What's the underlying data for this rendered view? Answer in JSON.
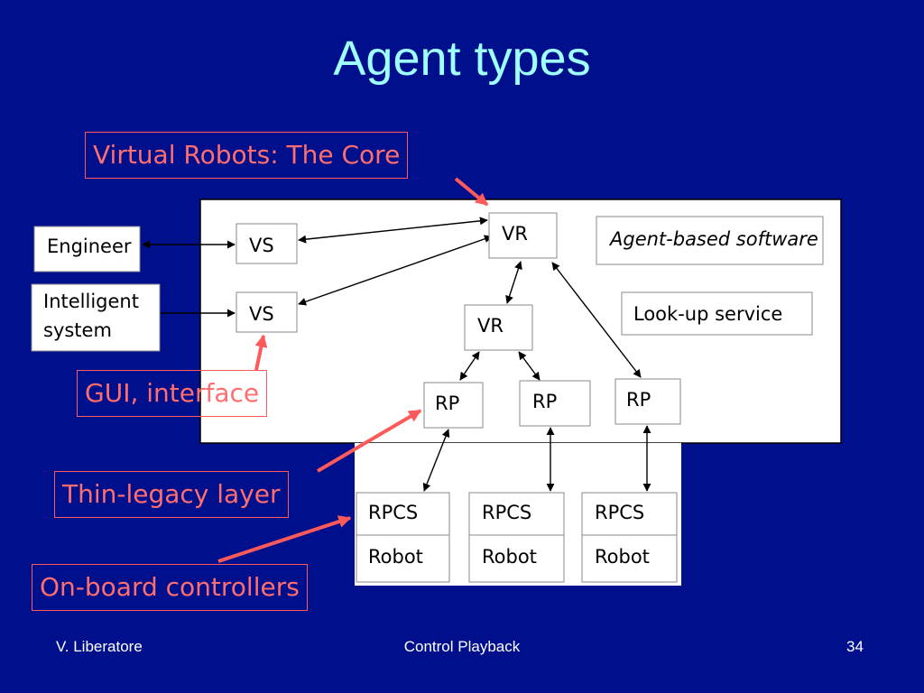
{
  "slide": {
    "title": "Agent types",
    "background": "#000F8C",
    "title_color": "#9FFFFF",
    "callout_color": "#FF5A5A"
  },
  "diagram": {
    "nodes": {
      "engineer": "Engineer",
      "intelligent_line1": "Intelligent",
      "intelligent_line2": "system",
      "vs1": "VS",
      "vs2": "VS",
      "vr_top": "VR",
      "vr_mid": "VR",
      "rp1": "RP",
      "rp2": "RP",
      "rp3": "RP",
      "rpcs1": "RPCS",
      "rpcs2": "RPCS",
      "rpcs3": "RPCS",
      "robot1": "Robot",
      "robot2": "Robot",
      "robot3": "Robot",
      "agent_based": "Agent-based software",
      "lookup": "Look-up service"
    },
    "callouts": {
      "core": "Virtual Robots: The Core",
      "gui": "GUI, interface",
      "thin": "Thin-legacy layer",
      "onboard": "On-board controllers"
    }
  },
  "footer": {
    "author": "V. Liberatore",
    "center": "Control Playback",
    "page": "34"
  }
}
